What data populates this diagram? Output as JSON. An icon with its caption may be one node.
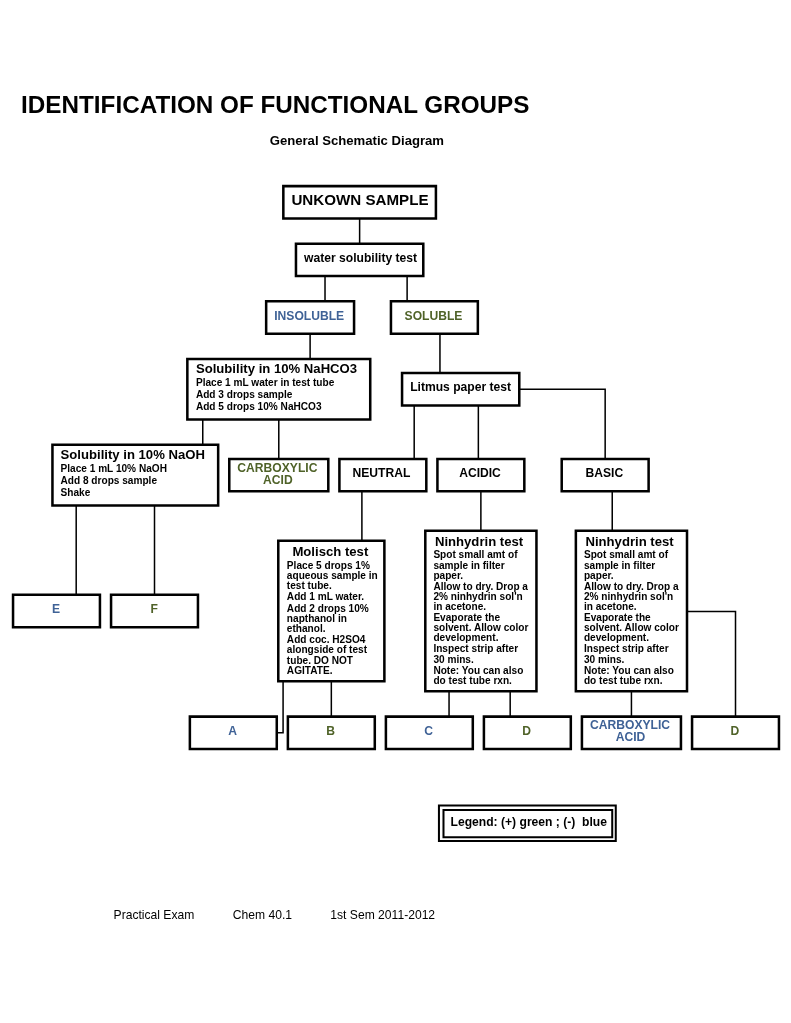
{
  "diagram": {
    "title": "IDENTIFICATION OF FUNCTIONAL GROUPS",
    "nodes": [
      {
        "text": [
          "UNKOWN SAMPLE"
        ]
      },
      {
        "text": [
          "water solubility test"
        ]
      },
      {
        "text": [
          "INSOLUBLE"
        ]
      },
      {
        "text": [
          "SOLUBLE"
        ]
      },
      {
        "text": [
          "Solubility in 10% NaHCO3",
          "Place 1 mL water in test tube",
          "Add 3 drops sample",
          "Add 5 drops 10% NaHCO3"
        ]
      },
      {
        "text": [
          "Solubility in 10% NaOH",
          "Place 1 mL 10% NaOH",
          "Add 8 drops sample",
          "Shake"
        ]
      },
      {
        "text": [
          "E"
        ]
      },
      {
        "text": [
          "F"
        ]
      },
      {
        "text": [
          "CARBOXYLIC ACID"
        ]
      },
      {
        "text": [
          "Litmus paper test"
        ]
      },
      {
        "text": [
          "NEUTRAL"
        ]
      },
      {
        "text": [
          "ACIDIC"
        ]
      },
      {
        "text": [
          "BASIC"
        ]
      },
      {
        "text": [
          "Molisch test",
          "Place 5 drops 1% aqueous sample in test tube.",
          "Add 1 mL water.",
          "Add 2 drops 10% napthanol in ethanol.",
          "Add coc. H2SO4 alongside of test tube. DO NOT AGITATE."
        ]
      },
      {
        "text": [
          "Ninhydrin test",
          "Spot small amt of sample in filter paper.",
          "Allow to dry. Drop a 2% ninhydrin sol'n in acetone.",
          "Evaporate the solvent. Allow color development.",
          "Inspect strip after 30 mins.",
          "Note: You can also do test tube rxn."
        ]
      },
      {
        "text": [
          "Ninhydrin test",
          "Spot small amt of sample in filter paper.",
          "Allow to dry. Drop a 2% ninhydrin sol'n in acetone.",
          "Evaporate the solvent. Allow color development.",
          "Inspect strip after 30 mins.",
          "Note: You can also do test tube rxn."
        ]
      },
      {
        "text": [
          "A"
        ]
      },
      {
        "text": [
          "B"
        ]
      },
      {
        "text": [
          "C"
        ]
      },
      {
        "text": [
          "D"
        ]
      },
      {
        "text": [
          "CARBOXYLIC ACID"
        ]
      },
      {
        "text": [
          "D"
        ]
      }
    ],
    "edges": [
      {
        "from": 0,
        "to": 1,
        "arrow": "none"
      },
      {
        "from": 1,
        "to": 2,
        "arrow": "none"
      },
      {
        "from": 1,
        "to": 3,
        "arrow": "none"
      },
      {
        "from": 2,
        "to": 4,
        "arrow": "none"
      },
      {
        "from": 4,
        "to": 5,
        "arrow": "none"
      },
      {
        "from": 4,
        "to": 8,
        "arrow": "none"
      },
      {
        "from": 5,
        "to": 6,
        "arrow": "none"
      },
      {
        "from": 5,
        "to": 7,
        "arrow": "none"
      },
      {
        "from": 3,
        "to": 9,
        "arrow": "none"
      },
      {
        "from": 9,
        "to": 10,
        "arrow": "none"
      },
      {
        "from": 9,
        "to": 11,
        "arrow": "none"
      },
      {
        "from": 9,
        "to": 12,
        "arrow": "none"
      },
      {
        "from": 10,
        "to": 13,
        "arrow": "none"
      },
      {
        "from": 11,
        "to": 14,
        "arrow": "none"
      },
      {
        "from": 12,
        "to": 15,
        "arrow": "none"
      },
      {
        "from": 13,
        "to": 16,
        "arrow": "none"
      },
      {
        "from": 13,
        "to": 17,
        "arrow": "none"
      },
      {
        "from": 14,
        "to": 18,
        "arrow": "none"
      },
      {
        "from": 14,
        "to": 19,
        "arrow": "none"
      },
      {
        "from": 15,
        "to": 20,
        "arrow": "none"
      },
      {
        "from": 15,
        "to": 21,
        "arrow": "none"
      }
    ],
    "labels": [
      "General Schematic Diagram",
      "Legend: (+) green ; (-)  blue",
      "Practical Exam",
      "Chem 40.1",
      "1st Sem 2011-2012"
    ]
  }
}
